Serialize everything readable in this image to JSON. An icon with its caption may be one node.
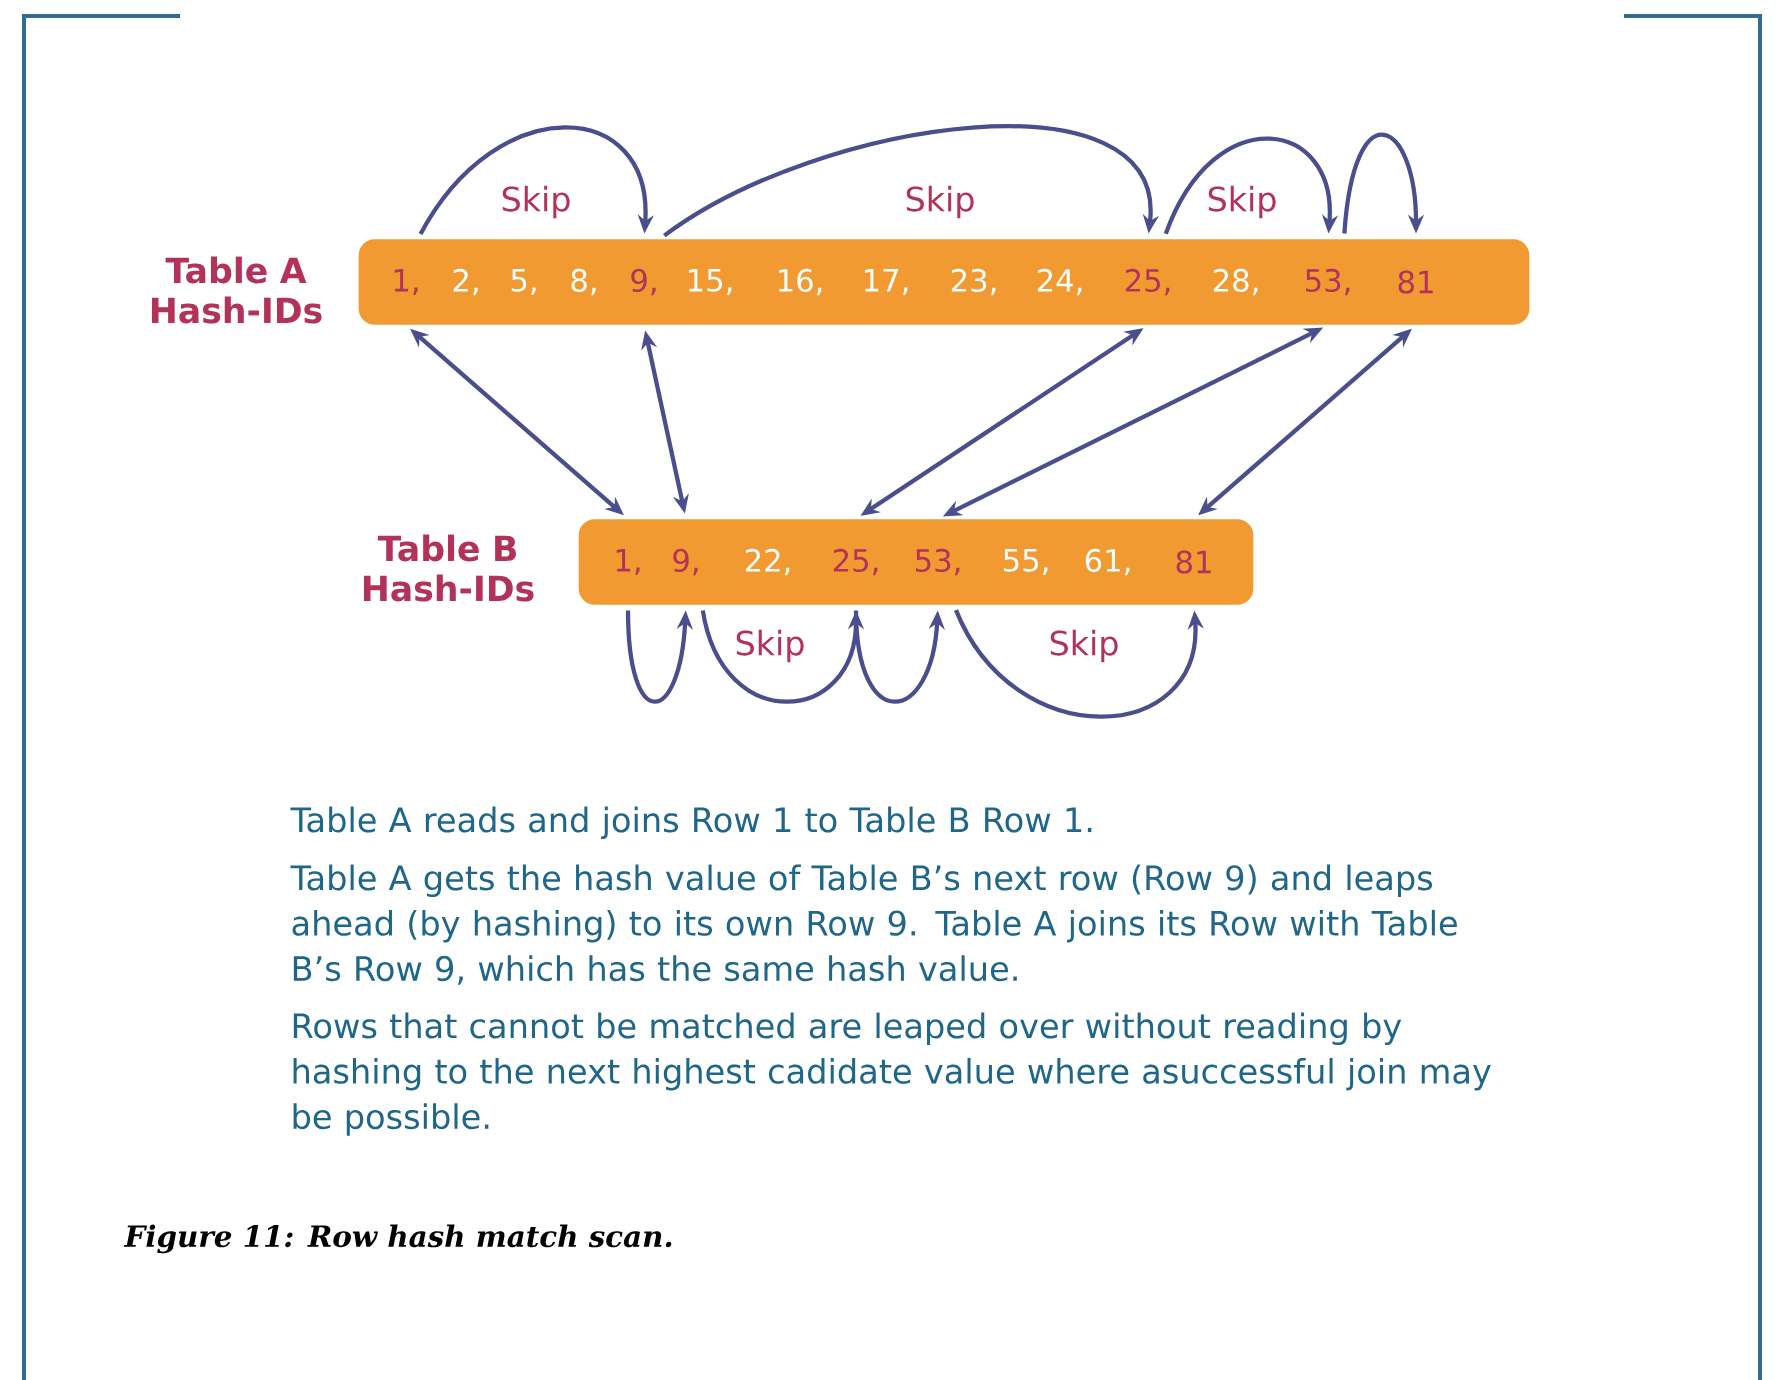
{
  "diagram": {
    "caption": "Figure 11: Row hash match scan.",
    "nodes": [
      {
        "text": [
          "Table A Hash-IDs"
        ]
      },
      {
        "text": [
          "1,"
        ],
        "in": 0
      },
      {
        "text": [
          "2,"
        ],
        "in": 0
      },
      {
        "text": [
          "5,"
        ],
        "in": 0
      },
      {
        "text": [
          "8,"
        ],
        "in": 0
      },
      {
        "text": [
          "9,"
        ],
        "in": 0
      },
      {
        "text": [
          "15,"
        ],
        "in": 0
      },
      {
        "text": [
          "16,"
        ],
        "in": 0
      },
      {
        "text": [
          "17,"
        ],
        "in": 0
      },
      {
        "text": [
          "23,"
        ],
        "in": 0
      },
      {
        "text": [
          "24,"
        ],
        "in": 0
      },
      {
        "text": [
          "25,"
        ],
        "in": 0
      },
      {
        "text": [
          "28,"
        ],
        "in": 0
      },
      {
        "text": [
          "53,"
        ],
        "in": 0
      },
      {
        "text": [
          "81"
        ],
        "in": 0
      },
      {
        "text": [
          "Table B Hash-IDs"
        ]
      },
      {
        "text": [
          "1,"
        ],
        "in": 15
      },
      {
        "text": [
          "9,"
        ],
        "in": 15
      },
      {
        "text": [
          "22,"
        ],
        "in": 15
      },
      {
        "text": [
          "25,"
        ],
        "in": 15
      },
      {
        "text": [
          "53,"
        ],
        "in": 15
      },
      {
        "text": [
          "55,"
        ],
        "in": 15
      },
      {
        "text": [
          "61,"
        ],
        "in": 15
      },
      {
        "text": [
          "81"
        ],
        "in": 15
      }
    ],
    "edges": [
      {
        "from": 1,
        "to": 5,
        "arrow": "to",
        "label": "Skip"
      },
      {
        "from": 5,
        "to": 11,
        "arrow": "to",
        "label": "Skip"
      },
      {
        "from": 11,
        "to": 13,
        "arrow": "to",
        "label": "Skip"
      },
      {
        "from": 13,
        "to": 14,
        "arrow": "to"
      },
      {
        "from": 1,
        "to": 16,
        "arrow": "both"
      },
      {
        "from": 5,
        "to": 17,
        "arrow": "both"
      },
      {
        "from": 11,
        "to": 19,
        "arrow": "both"
      },
      {
        "from": 13,
        "to": 20,
        "arrow": "both"
      },
      {
        "from": 14,
        "to": 23,
        "arrow": "both"
      },
      {
        "from": 16,
        "to": 17,
        "arrow": "to"
      },
      {
        "from": 17,
        "to": 19,
        "arrow": "to",
        "label": "Skip"
      },
      {
        "from": 19,
        "to": 20,
        "arrow": "to"
      },
      {
        "from": 20,
        "to": 23,
        "arrow": "to",
        "label": "Skip"
      }
    ],
    "labels": [
      "Table A reads and joins Row 1 to Table B Row 1.",
      "Table A gets the hash value of Table B’s next row (Row 9) and leaps ahead (by hashing) to its own Row 9. Table A joins its Row with Table B’s Row 9, which has the same hash value.",
      "Rows that cannot be matched are leaped over without reading by hashing to the next highest cadidate value where asuccessful join may be possible."
    ]
  }
}
